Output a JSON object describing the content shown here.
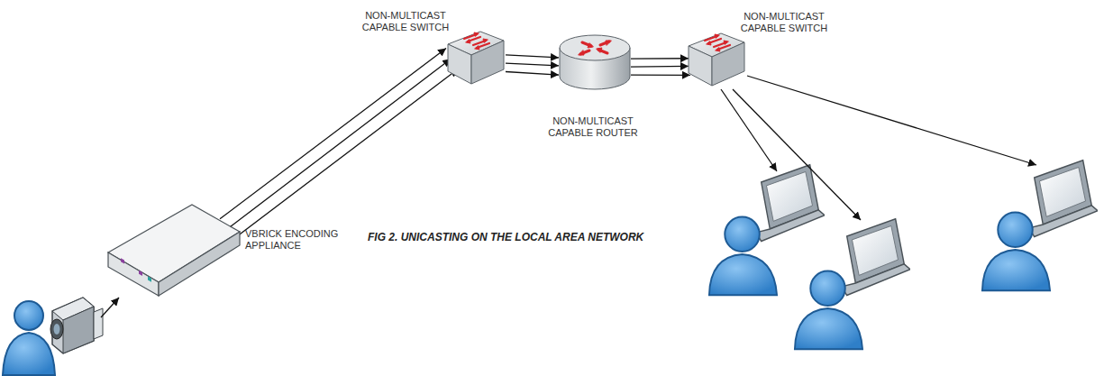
{
  "diagram": {
    "caption": "FIG 2. UNICASTING ON THE LOCAL AREA NETWORK",
    "nodes": [
      {
        "text": [
          "NON-MULTICAST CAPABLE SWITCH"
        ]
      },
      {
        "text": [
          "NON-MULTICAST CAPABLE ROUTER"
        ]
      },
      {
        "text": [
          "NON-MULTICAST CAPABLE SWITCH"
        ]
      },
      {
        "text": [
          "VBRICK ENCODING APPLIANCE"
        ]
      }
    ],
    "edges": [
      {
        "from": 3,
        "to": 0,
        "arrow": "to"
      },
      {
        "from": 3,
        "to": 0,
        "arrow": "to"
      },
      {
        "from": 3,
        "to": 0,
        "arrow": "to"
      },
      {
        "from": 0,
        "to": 1,
        "arrow": "to"
      },
      {
        "from": 0,
        "to": 1,
        "arrow": "to"
      },
      {
        "from": 0,
        "to": 1,
        "arrow": "to"
      },
      {
        "from": 1,
        "to": 2,
        "arrow": "to"
      },
      {
        "from": 1,
        "to": 2,
        "arrow": "to"
      },
      {
        "from": 1,
        "to": 2,
        "arrow": "to"
      }
    ]
  }
}
